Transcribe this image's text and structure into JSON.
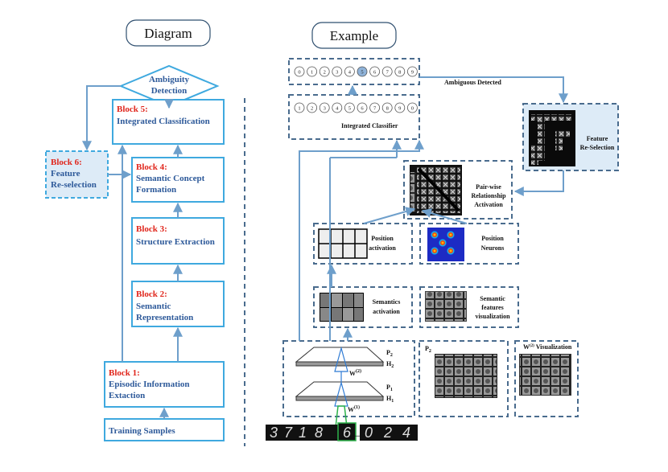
{
  "headers": {
    "diagram": "Diagram",
    "example": "Example"
  },
  "left": {
    "ambiguity": [
      "Ambiguity",
      "Detection"
    ],
    "blocks": [
      {
        "id": "5",
        "title": "Block 5:",
        "lines": [
          "Integrated Classification"
        ]
      },
      {
        "id": "4",
        "title": "Block 4:",
        "lines": [
          "Semantic Concept",
          "Formation"
        ]
      },
      {
        "id": "3",
        "title": "Block 3:",
        "lines": [
          "Structure Extraction"
        ]
      },
      {
        "id": "2",
        "title": "Block 2:",
        "lines": [
          "Semantic",
          "Representation"
        ]
      },
      {
        "id": "1",
        "title": "Block 1:",
        "lines": [
          "Episodic Information",
          "Extaction"
        ]
      },
      {
        "id": "6",
        "title": "Block 6:",
        "lines": [
          "Feature",
          "Re-selection"
        ]
      }
    ],
    "training": "Training Samples"
  },
  "right": {
    "ambiguous_detected": "Ambiguous Detected",
    "integrated_classifier": "Integrated Classifier",
    "feature_reselection": [
      "Feature",
      "Re-Selection"
    ],
    "pairwise": [
      "Pair-wise",
      "Relationship",
      "Activation"
    ],
    "position_activation": [
      "Position",
      "activation"
    ],
    "position_neurons": [
      "Position",
      "Neurons"
    ],
    "semantics_activation": [
      "Semantics",
      "activation"
    ],
    "semantic_features": [
      "Semantic",
      "features",
      "visualization"
    ],
    "p2": "P",
    "p2_sub": "2",
    "h2": "H",
    "h2_sub": "2",
    "p1": "P",
    "p1_sub": "1",
    "h1": "H",
    "h1_sub": "1",
    "w2": "W",
    "w2_sup": "(2)",
    "w1": "W",
    "w1_sup": "(1)",
    "p2_panel": "P",
    "p2_panel_sub": "2",
    "w2_vis_prefix": "W",
    "w2_vis_sup": "(2)",
    "w2_vis_suffix": " Visualization",
    "digit_strip": [
      "3",
      "7",
      "1",
      "8",
      "6",
      "0",
      "2",
      "4"
    ],
    "ellipsis": "...",
    "classifier_circles_top": [
      "0",
      "1",
      "2",
      "3",
      "4",
      "5",
      "6",
      "7",
      "8",
      "9"
    ],
    "classifier_circles": [
      "1",
      "2",
      "3",
      "4",
      "5",
      "6",
      "7",
      "8",
      "9",
      "0"
    ],
    "highlight_index": 5
  },
  "colors": {
    "block_border": "#3FA9DF",
    "block6_fill": "#DDEBF7",
    "block_title_red": "#E0251B",
    "block_text_blue": "#2E5A9A",
    "dash_gray": "#4A6C8E",
    "arrow": "#6E9FCB"
  }
}
